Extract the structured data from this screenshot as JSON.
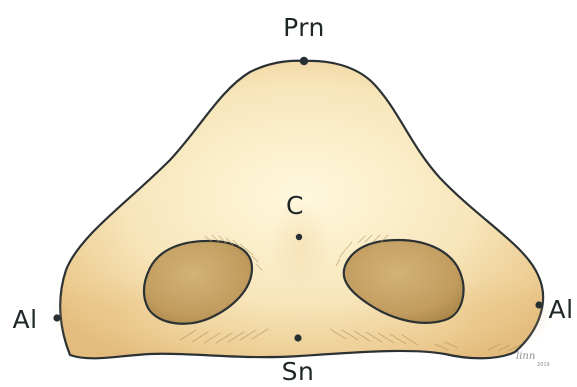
{
  "landmarks": [
    {
      "label": "Prn"
    },
    {
      "label": "C"
    },
    {
      "label": "Al"
    },
    {
      "label": "Al"
    },
    {
      "label": "Sn"
    }
  ],
  "signature": {
    "name": "linn",
    "year": "2019"
  },
  "colors": {
    "skin_light": "#fff6d8",
    "skin_mid": "#f5deab",
    "skin_shadow": "#e7c183",
    "nostril_fill": "#c9a66a",
    "nostril_inner": "#b78f52",
    "outline": "#2c3234",
    "dot": "#263033"
  }
}
